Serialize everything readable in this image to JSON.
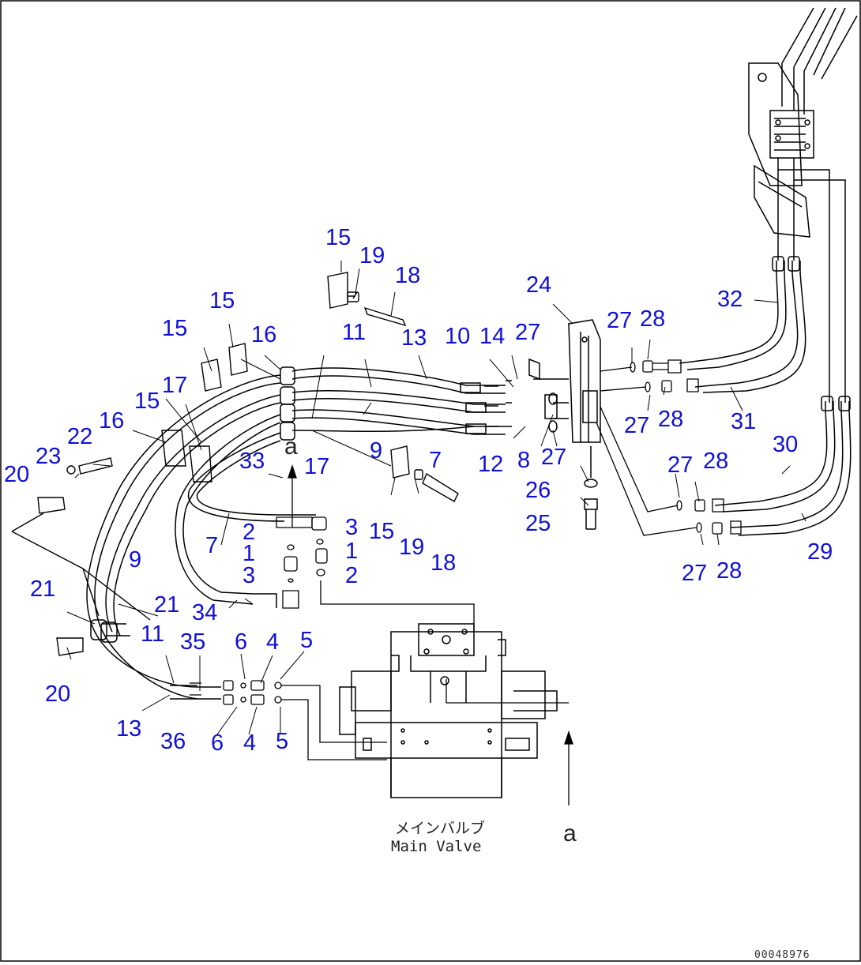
{
  "drawing": {
    "callouts": [
      {
        "id": "c15a",
        "text": "15"
      },
      {
        "id": "c19a",
        "text": "19"
      },
      {
        "id": "c18a",
        "text": "18"
      },
      {
        "id": "c24",
        "text": "24"
      },
      {
        "id": "c15b",
        "text": "15"
      },
      {
        "id": "c15c",
        "text": "15"
      },
      {
        "id": "c16a",
        "text": "16"
      },
      {
        "id": "c11a",
        "text": "11"
      },
      {
        "id": "c13a",
        "text": "13"
      },
      {
        "id": "c10",
        "text": "10"
      },
      {
        "id": "c14",
        "text": "14"
      },
      {
        "id": "c27a",
        "text": "27"
      },
      {
        "id": "c27b",
        "text": "27"
      },
      {
        "id": "c28a",
        "text": "28"
      },
      {
        "id": "c32",
        "text": "32"
      },
      {
        "id": "c17a",
        "text": "17"
      },
      {
        "id": "c15d",
        "text": "15"
      },
      {
        "id": "c16b",
        "text": "16"
      },
      {
        "id": "c22",
        "text": "22"
      },
      {
        "id": "c23",
        "text": "23"
      },
      {
        "id": "c20a",
        "text": "20"
      },
      {
        "id": "c9a",
        "text": "9"
      },
      {
        "id": "c17b",
        "text": "17"
      },
      {
        "id": "c7a",
        "text": "7"
      },
      {
        "id": "c12",
        "text": "12"
      },
      {
        "id": "c8",
        "text": "8"
      },
      {
        "id": "c27c",
        "text": "27"
      },
      {
        "id": "c27d",
        "text": "27"
      },
      {
        "id": "c28b",
        "text": "28"
      },
      {
        "id": "c31",
        "text": "31"
      },
      {
        "id": "c30",
        "text": "30"
      },
      {
        "id": "c33",
        "text": "33"
      },
      {
        "id": "c27e",
        "text": "27"
      },
      {
        "id": "c28c",
        "text": "28"
      },
      {
        "id": "c26",
        "text": "26"
      },
      {
        "id": "c25",
        "text": "25"
      },
      {
        "id": "c15e",
        "text": "15"
      },
      {
        "id": "c19b",
        "text": "19"
      },
      {
        "id": "c18b",
        "text": "18"
      },
      {
        "id": "c2a",
        "text": "2"
      },
      {
        "id": "c3a",
        "text": "3"
      },
      {
        "id": "c7b",
        "text": "7"
      },
      {
        "id": "c1a",
        "text": "1"
      },
      {
        "id": "c1b",
        "text": "1"
      },
      {
        "id": "c9b",
        "text": "9"
      },
      {
        "id": "c3b",
        "text": "3"
      },
      {
        "id": "c2b",
        "text": "2"
      },
      {
        "id": "c29",
        "text": "29"
      },
      {
        "id": "c27f",
        "text": "27"
      },
      {
        "id": "c28d",
        "text": "28"
      },
      {
        "id": "c21a",
        "text": "21"
      },
      {
        "id": "c21b",
        "text": "21"
      },
      {
        "id": "c34",
        "text": "34"
      },
      {
        "id": "c11b",
        "text": "11"
      },
      {
        "id": "c35",
        "text": "35"
      },
      {
        "id": "c6a",
        "text": "6"
      },
      {
        "id": "c4a",
        "text": "4"
      },
      {
        "id": "c5a",
        "text": "5"
      },
      {
        "id": "c20b",
        "text": "20"
      },
      {
        "id": "c13b",
        "text": "13"
      },
      {
        "id": "c36",
        "text": "36"
      },
      {
        "id": "c6b",
        "text": "6"
      },
      {
        "id": "c4b",
        "text": "4"
      },
      {
        "id": "c5b",
        "text": "5"
      }
    ],
    "reference_mark": "a",
    "main_valve_label_jp": "メインバルブ",
    "main_valve_label_en": "Main Valve",
    "drawing_number": "00048976",
    "colors": {
      "callout": "#1010d8",
      "line": "#000000"
    }
  }
}
